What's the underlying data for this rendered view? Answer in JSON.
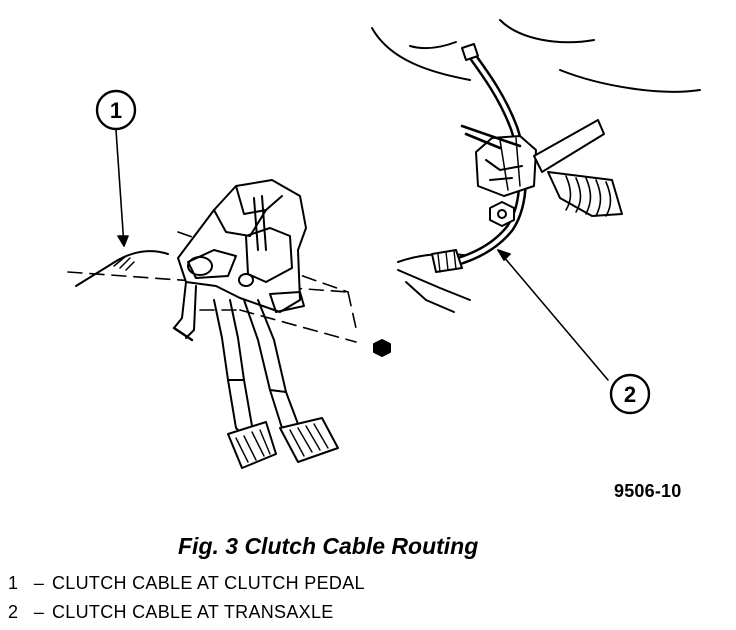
{
  "figure": {
    "reference_code": "9506-10",
    "caption": "Fig. 3 Clutch Cable Routing",
    "callouts": [
      {
        "number": "1"
      },
      {
        "number": "2"
      }
    ],
    "legend": [
      {
        "number": "1",
        "separator": "–",
        "text": "CLUTCH CABLE AT CLUTCH PEDAL"
      },
      {
        "number": "2",
        "separator": "–",
        "text": "CLUTCH CABLE AT TRANSAXLE"
      }
    ]
  },
  "colors": {
    "ink": "#000000",
    "paper": "#ffffff"
  }
}
